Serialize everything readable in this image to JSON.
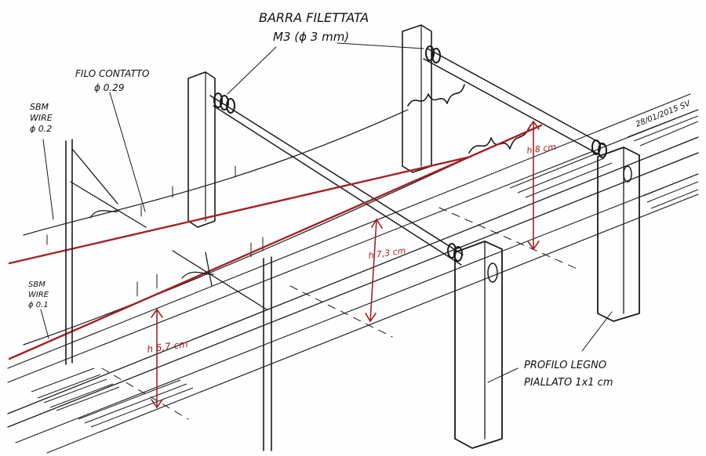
{
  "labels": {
    "rod_title_line1": "BARRA FILETTATA",
    "rod_title_line2": "M3 (ϕ 3 mm)",
    "contact_wire_line1": "FILO CONTATTO",
    "contact_wire_line2": "ϕ 0.29",
    "sbm_upper_line1": "SBM",
    "sbm_upper_line2": "WIRE",
    "sbm_upper_line3": "ϕ 0.2",
    "sbm_lower_line1": "SBM",
    "sbm_lower_line2": "WIRE",
    "sbm_lower_line3": "ϕ 0.1",
    "wood_profile_line1": "PROFILO LEGNO",
    "wood_profile_line2": "PIALLATO 1x1 cm",
    "signature_date": "28/01/2015 SV"
  },
  "dimensions": {
    "height_front": "h 6,7 cm",
    "height_middle": "h 7,3 cm",
    "height_back": "h 8 cm"
  },
  "colors": {
    "ink": "#1a1a1a",
    "contact_wire": "#a32025",
    "paper": "#fefefe"
  }
}
